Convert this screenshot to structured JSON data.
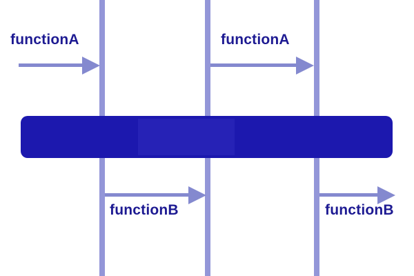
{
  "diagram": {
    "type": "sequence-diagram-fragment",
    "lifeline_count": 3,
    "colors": {
      "lifeline": "#9396d8",
      "arrow": "#8489cf",
      "label_text": "#1d1a92",
      "bar_fill": "#1c18ae"
    },
    "messages": [
      {
        "label": "functionA"
      },
      {
        "label": "functionA"
      },
      {
        "label": "functionB"
      },
      {
        "label": "functionB"
      }
    ],
    "bar": {
      "label": ""
    }
  }
}
